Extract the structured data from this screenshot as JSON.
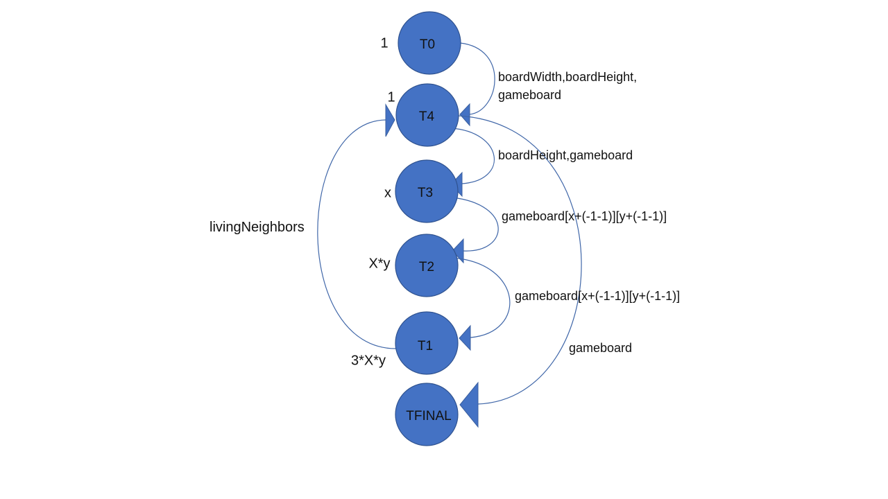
{
  "diagram": {
    "nodes": [
      {
        "id": "T0",
        "label": "T0",
        "weight": "1"
      },
      {
        "id": "T4",
        "label": "T4",
        "weight": "1"
      },
      {
        "id": "T3",
        "label": "T3",
        "weight": "x"
      },
      {
        "id": "T2",
        "label": "T2",
        "weight": "X*y"
      },
      {
        "id": "T1",
        "label": "T1",
        "weight": "3*X*y"
      },
      {
        "id": "TFINAL",
        "label": "TFINAL",
        "weight": ""
      }
    ],
    "edges": [
      {
        "from": "T0",
        "to": "T4",
        "label_lines": [
          "boardWidth,boardHeight,",
          "gameboard"
        ]
      },
      {
        "from": "T4",
        "to": "T3",
        "label_lines": [
          "boardHeight,gameboard"
        ]
      },
      {
        "from": "T3",
        "to": "T2",
        "label_lines": [
          "gameboard[x+(-1-1)][y+(-1-1)]"
        ]
      },
      {
        "from": "T2",
        "to": "T1",
        "label_lines": [
          "gameboard[x+(-1-1)][y+(-1-1)]"
        ]
      },
      {
        "from": "T1",
        "to": "T4",
        "label_lines": [
          "livingNeighbors"
        ]
      },
      {
        "from": "T4",
        "to": "TFINAL",
        "label_lines": [
          "gameboard"
        ]
      }
    ],
    "colors": {
      "node_fill": "#4472c4",
      "node_stroke": "#2f528f",
      "edge": "#3f66a8"
    }
  }
}
